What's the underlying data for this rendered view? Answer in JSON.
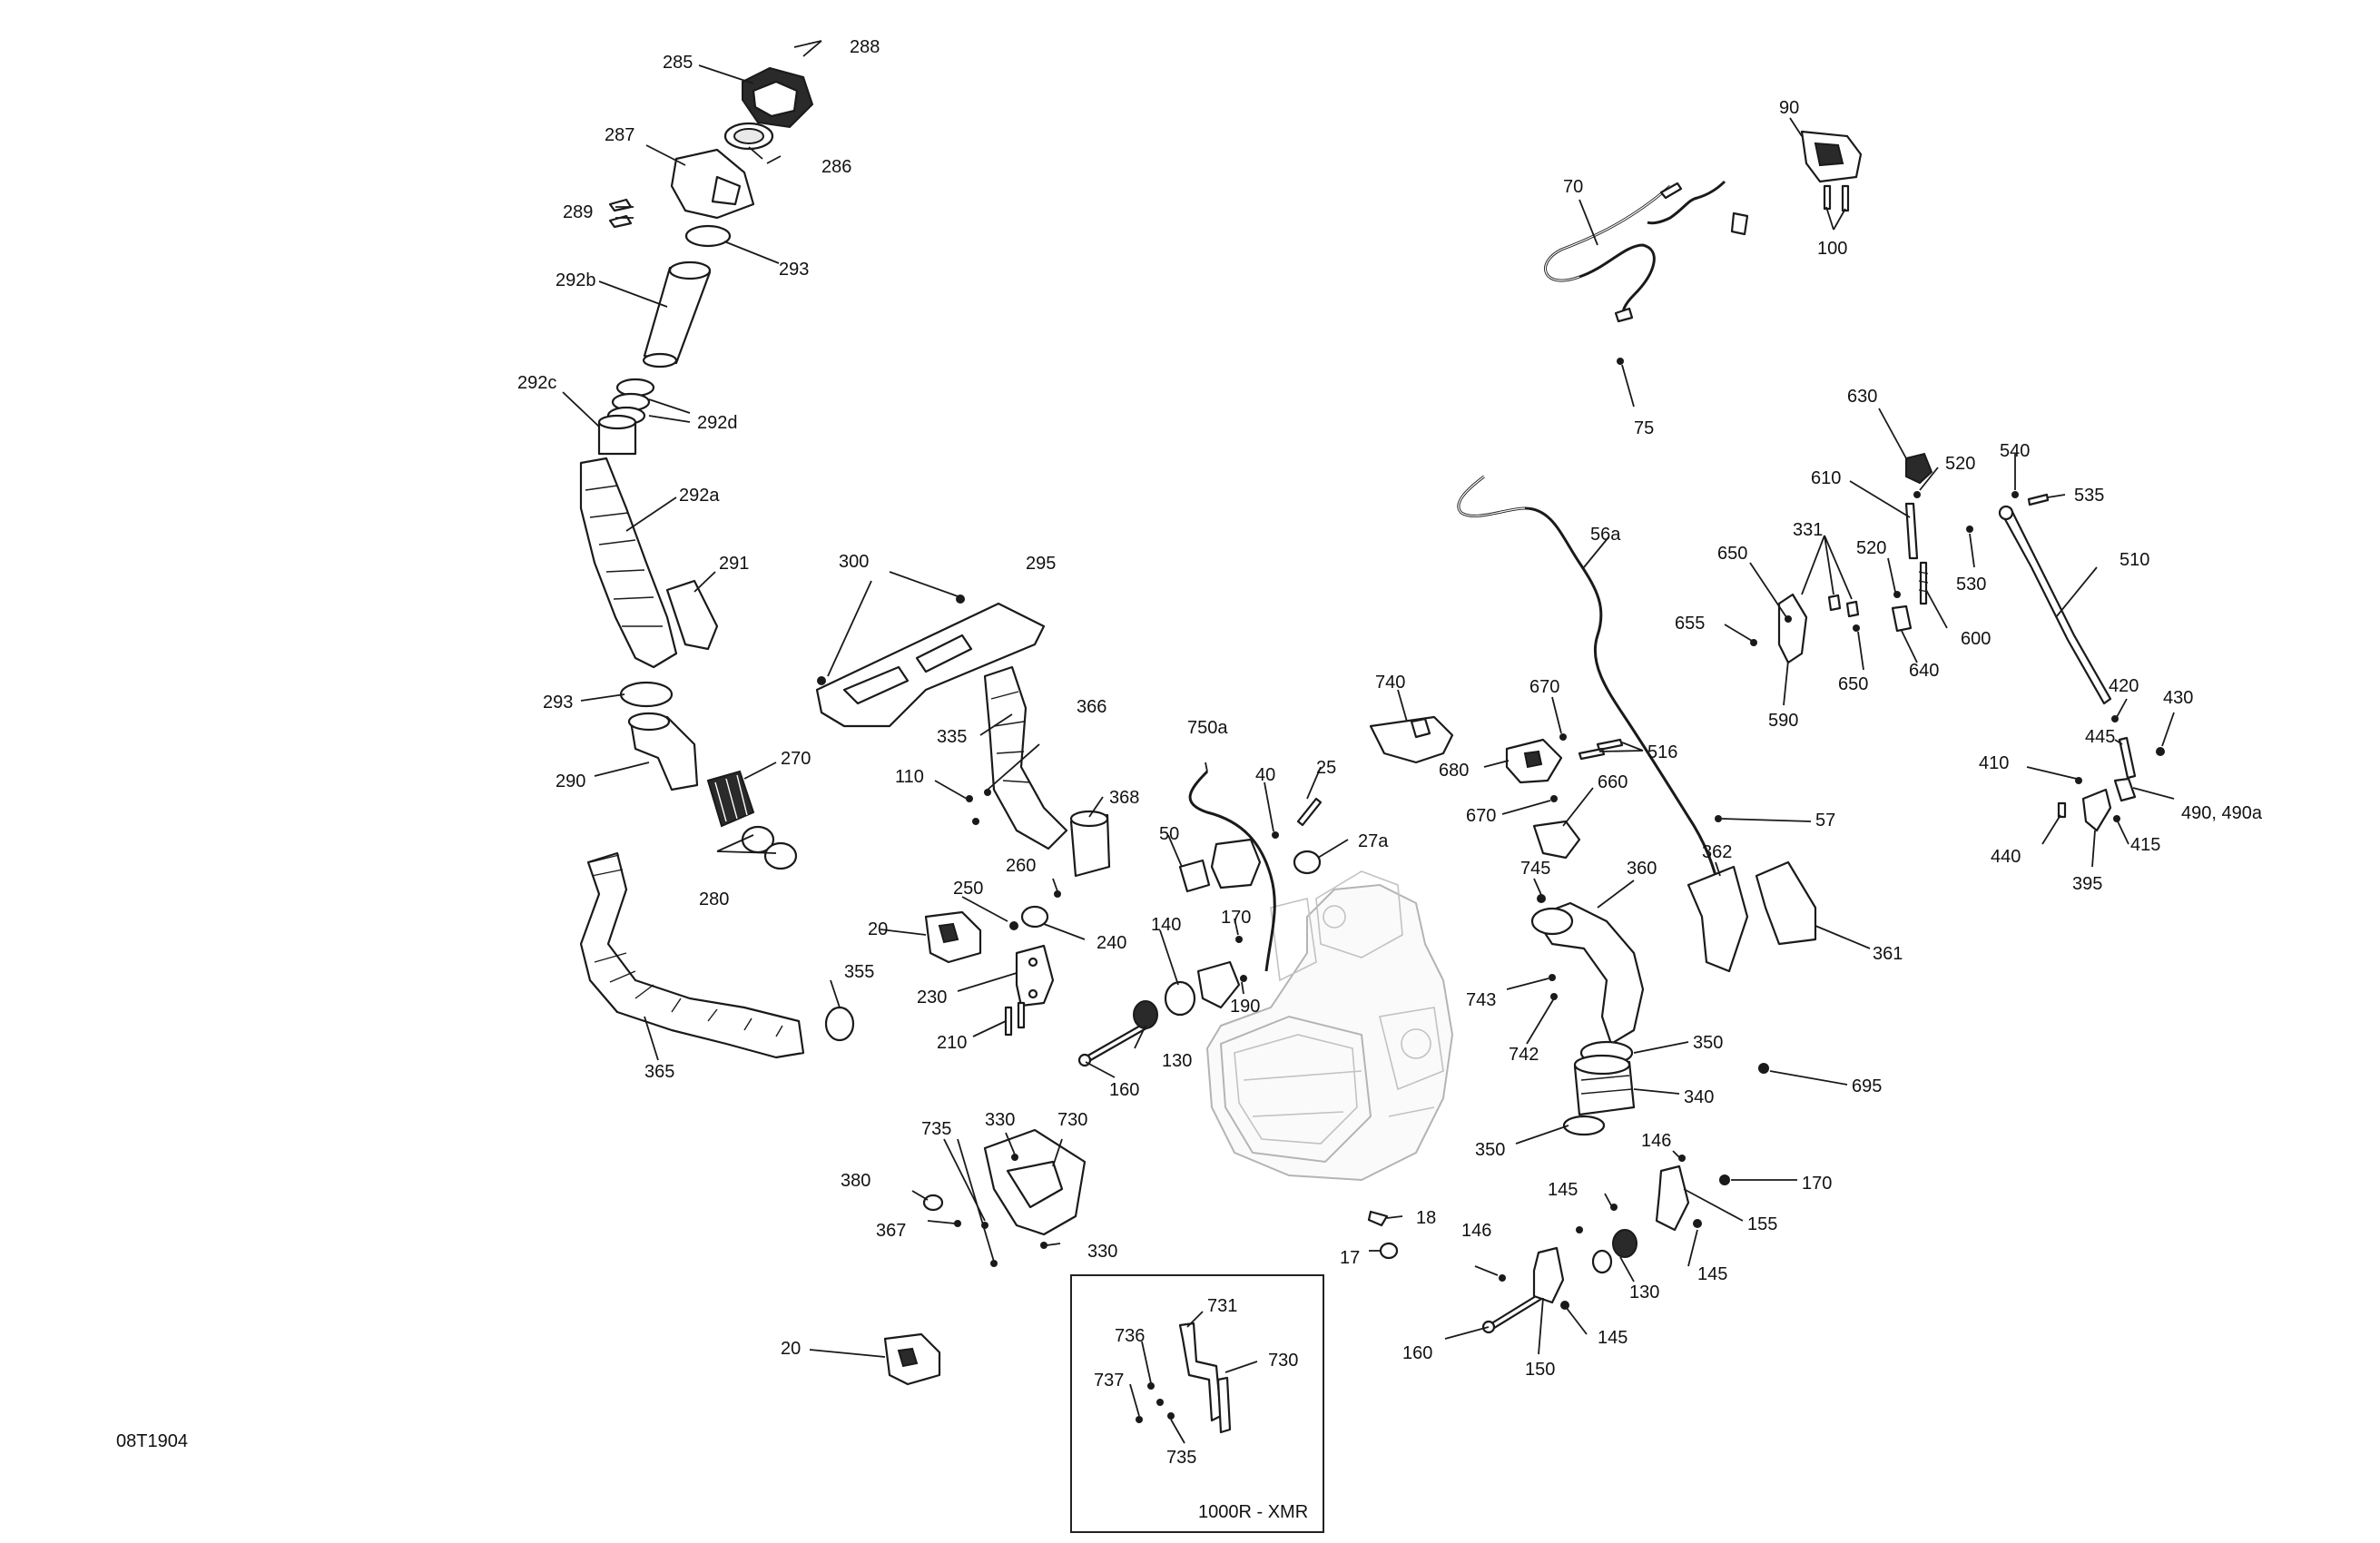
{
  "drawing_code": "08T1904",
  "inset": {
    "caption": "1000R - XMR"
  },
  "callouts": {
    "c285": "285",
    "c288": "288",
    "c287": "287",
    "c286": "286",
    "c289": "289",
    "c293a": "293",
    "c292b": "292b",
    "c292c": "292c",
    "c292d": "292d",
    "c292a": "292a",
    "c291": "291",
    "c293b": "293",
    "c290": "290",
    "c270": "270",
    "c280": "280",
    "c355": "355",
    "c365": "365",
    "c300": "300",
    "c295": "295",
    "c366": "366",
    "c335": "335",
    "c110": "110",
    "c368": "368",
    "c260": "260",
    "c250": "250",
    "c20a": "20",
    "c240": "240",
    "c230": "230",
    "c210": "210",
    "c750a": "750a",
    "c40": "40",
    "c25": "25",
    "c27a": "27a",
    "c50": "50",
    "c140": "140",
    "c170a": "170",
    "c190": "190",
    "c130a": "130",
    "c160a": "160",
    "c735a": "735",
    "c330a": "330",
    "c730a": "730",
    "c380": "380",
    "c367": "367",
    "c330b": "330",
    "c20b": "20",
    "c18": "18",
    "c17": "17",
    "c731": "731",
    "c736": "736",
    "c730b": "730",
    "c737": "737",
    "c735b": "735",
    "c70": "70",
    "c90": "90",
    "c100": "100",
    "c75": "75",
    "c56a": "56a",
    "c57": "57",
    "c740": "740",
    "c670a": "670",
    "c516": "516",
    "c680": "680",
    "c670b": "670",
    "c660": "660",
    "c745": "745",
    "c360": "360",
    "c362": "362",
    "c361": "361",
    "c743": "743",
    "c742": "742",
    "c350a": "350",
    "c340": "340",
    "c350b": "350",
    "c695": "695",
    "c146a": "146",
    "c170b": "170",
    "c145a": "145",
    "c155": "155",
    "c145b": "145",
    "c146b": "146",
    "c130b": "130",
    "c160b": "160",
    "c150": "150",
    "c145c": "145",
    "c630": "630",
    "c520a": "520",
    "c540": "540",
    "c535": "535",
    "c610": "610",
    "c331": "331",
    "c520b": "520",
    "c530": "530",
    "c650a": "650",
    "c655": "655",
    "c600": "600",
    "c640": "640",
    "c650b": "650",
    "c590": "590",
    "c510": "510",
    "c420": "420",
    "c430": "430",
    "c445": "445",
    "c410": "410",
    "c490": "490, 490a",
    "c440": "440",
    "c415": "415",
    "c395": "395"
  }
}
